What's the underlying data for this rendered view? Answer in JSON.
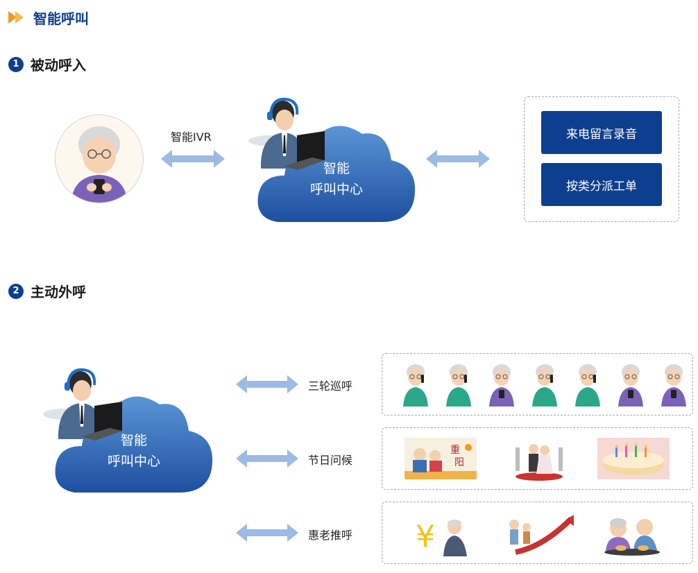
{
  "header": {
    "title": "智能呼叫"
  },
  "sections": [
    {
      "number": "1",
      "title": "被动呼入"
    },
    {
      "number": "2",
      "title": "主动外呼"
    }
  ],
  "passive": {
    "ivr_label": "智能IVR",
    "cloud_line1": "智能",
    "cloud_line2": "呼叫中心",
    "actions": [
      "来电留言录音",
      "按类分派工单"
    ]
  },
  "active": {
    "cloud_line1": "智能",
    "cloud_line2": "呼叫中心",
    "channels": [
      {
        "label": "三轮巡呼"
      },
      {
        "label": "节日问候"
      },
      {
        "label": "惠老推呼"
      }
    ],
    "elder_icons": [
      "elder-man-icon",
      "elder-man-icon",
      "elder-woman-icon",
      "elder-man-icon",
      "elder-man-icon",
      "elder-woman-icon",
      "elder-woman-icon"
    ]
  },
  "colors": {
    "brand": "#0e3f8e",
    "arrow": "#9bbbe3",
    "cloud_top": "#5a96d6",
    "cloud_bottom": "#1e4fa0",
    "accent_orange": "#f29a1d"
  }
}
